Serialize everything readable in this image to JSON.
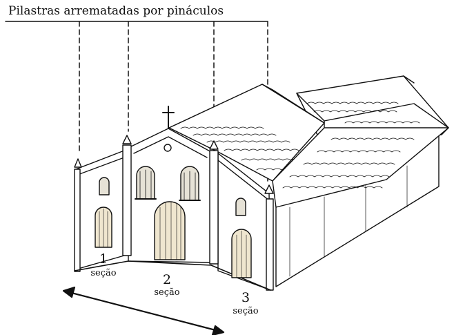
{
  "title": "Pilastras arrematadas por pináculos",
  "sections": [
    {
      "number": "1",
      "label": "seção"
    },
    {
      "number": "2",
      "label": "seção"
    },
    {
      "number": "3",
      "label": "seção"
    }
  ],
  "colors": {
    "ink": "#111111",
    "door_fill": "#efe6cf",
    "window_fill": "#e6e2d6"
  }
}
